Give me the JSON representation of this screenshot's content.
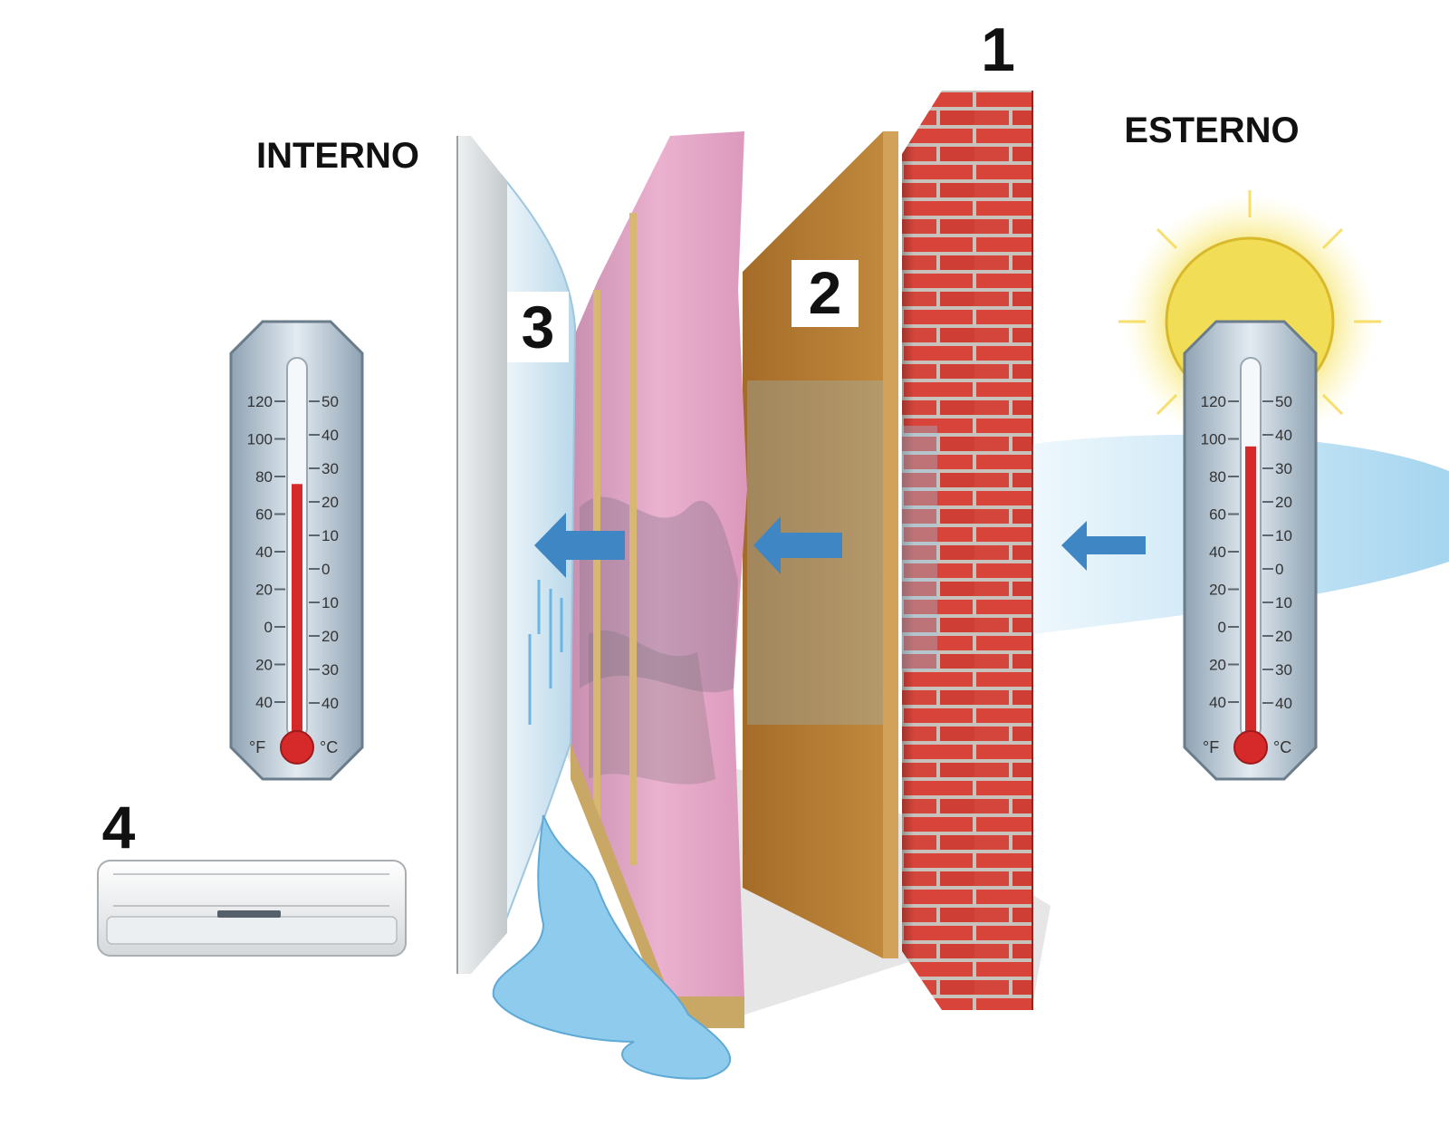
{
  "labels": {
    "interior": "INTERNO",
    "exterior": "ESTERNO",
    "callouts": [
      "1",
      "2",
      "3",
      "4"
    ]
  },
  "thermometers": {
    "fahrenheit_ticks": [
      "120",
      "100",
      "80",
      "60",
      "40",
      "20",
      "0",
      "20",
      "40"
    ],
    "celsius_ticks": [
      "50",
      "40",
      "30",
      "20",
      "10",
      "0",
      "10",
      "20",
      "30",
      "40"
    ],
    "unit_f": "°F",
    "unit_c": "°C",
    "interior_level_f": 76,
    "exterior_level_f": 96
  },
  "colors": {
    "brick": "#d9443a",
    "mortar": "#c9c2bc",
    "board": "#b47d33",
    "insulation": "#e6a3c3",
    "vapor": "#cfe6f3",
    "drywall": "#d8dde0",
    "arrow": "#3f86c4",
    "mercury": "#d62a2a",
    "sun": "#f2dd56",
    "water": "#8fcbec"
  },
  "icons": {
    "sun": "sun-icon",
    "air_conditioner": "air-conditioner-icon",
    "thermometer": "thermometer-icon",
    "arrow": "arrow-left-icon"
  }
}
